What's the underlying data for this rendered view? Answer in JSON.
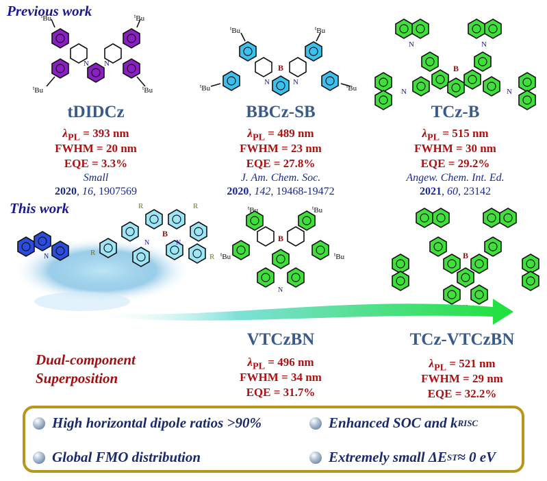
{
  "sections": {
    "previous": "Previous work",
    "this": "This work"
  },
  "compounds": [
    {
      "name": "tDIDCz",
      "lambda_label": "λ",
      "lambda_sub": "PL",
      "lambda_value": " = 393 nm",
      "fwhm": "FWHM = 20 nm",
      "eqe": "EQE = 3.3%",
      "journal": "Small",
      "year": "2020",
      "volume": "16",
      "pages": "1907569"
    },
    {
      "name": "BBCz-SB",
      "lambda_label": "λ",
      "lambda_sub": "PL",
      "lambda_value": " = 489 nm",
      "fwhm": "FWHM = 23 nm",
      "eqe": "EQE = 27.8%",
      "journal": "J. Am. Chem. Soc.",
      "year": "2020",
      "volume": "142",
      "pages": "19468-19472"
    },
    {
      "name": "TCz-B",
      "lambda_label": "λ",
      "lambda_sub": "PL",
      "lambda_value": " = 515 nm",
      "fwhm": "FWHM = 30 nm",
      "eqe": "EQE = 29.2%",
      "journal": "Angew. Chem. Int. Ed.",
      "year": "2021",
      "volume": "60",
      "pages": "23142"
    },
    {
      "name": "VTCzBN",
      "lambda_label": "λ",
      "lambda_sub": "PL",
      "lambda_value": " = 496 nm",
      "fwhm": "FWHM = 34 nm",
      "eqe": "EQE = 31.7%"
    },
    {
      "name": "TCz-VTCzBN",
      "lambda_label": "λ",
      "lambda_sub": "PL",
      "lambda_value": " = 521 nm",
      "fwhm": "FWHM = 29 nm",
      "eqe": "EQE = 32.2%"
    }
  ],
  "dual": {
    "line1": "Dual-component",
    "line2": "Superposition"
  },
  "features": {
    "f1": "High horizontal dipole ratios >90%",
    "f2_pre": "Enhanced SOC and k",
    "f2_sub": "RISC",
    "f3": "Global FMO distribution",
    "f4_pre": "Extremely small ΔE",
    "f4_sub": "ST",
    "f4_post": " ≈ 0 eV"
  },
  "atoms": {
    "n": "N",
    "b": "B",
    "r": "R",
    "tbu_sup": "t",
    "tbu": "Bu"
  },
  "colors": {
    "purple": "#8a1fc4",
    "cyan": "#3cc0ee",
    "green": "#3fe03a",
    "accent_blue": "#1a1a8c",
    "accent_red": "#b01010",
    "box_gold": "#b8961e"
  }
}
